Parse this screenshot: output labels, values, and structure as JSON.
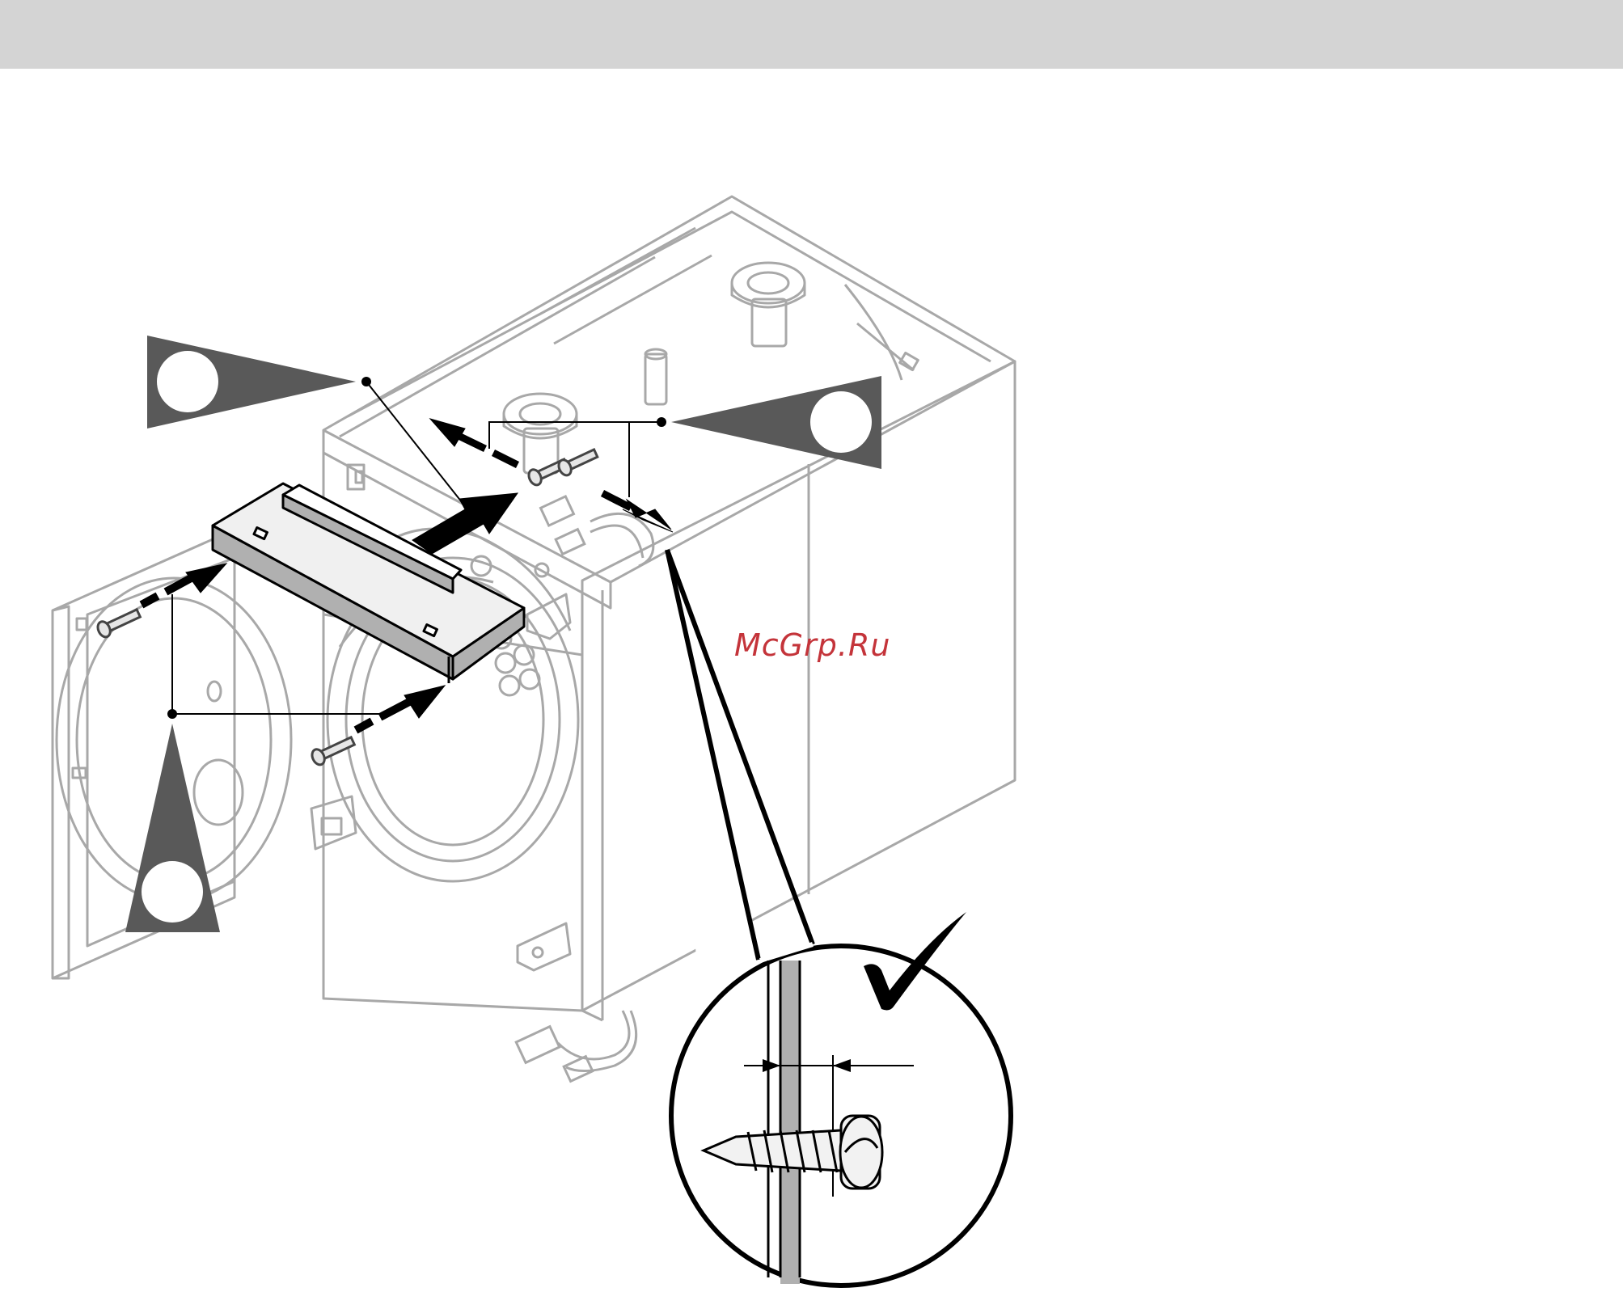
{
  "watermark": {
    "text": "McGrp.Ru"
  },
  "colors": {
    "header_bar": "#d4d4d4",
    "outline": "#a8a8a8",
    "ink": "#000000",
    "callout_fill": "#595959",
    "bracket_fill": "#b0b0b0",
    "watermark": "#c4343a"
  },
  "icons": {
    "callout_markers": "triangle-callout-with-circle",
    "arrows": "dashed-insertion-arrow",
    "check": "check-mark-icon",
    "screw": "self-tapping-screw-icon"
  }
}
